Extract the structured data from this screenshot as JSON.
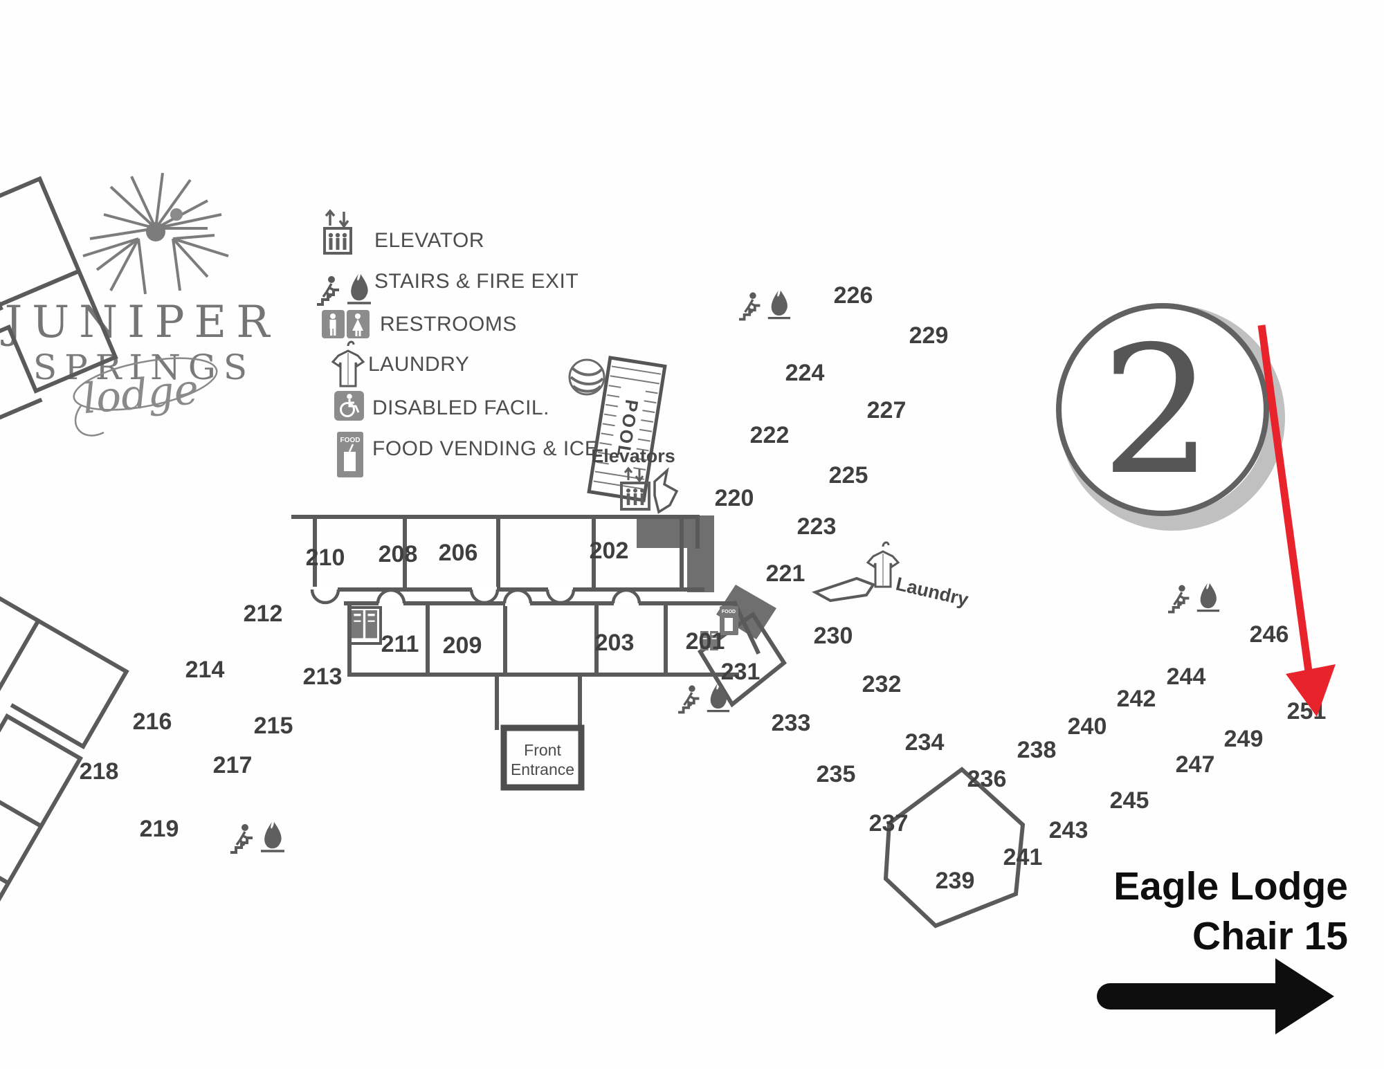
{
  "logo": {
    "juniper": "JUNIPER",
    "springs": "SPRINGS",
    "script": "lodge"
  },
  "legend": [
    {
      "icon": "elevator-icon",
      "label": "ELEVATOR"
    },
    {
      "icon": "stairs-fire-exit-icon",
      "label": "STAIRS & FIRE EXIT"
    },
    {
      "icon": "restrooms-icon",
      "label": "RESTROOMS"
    },
    {
      "icon": "laundry-icon",
      "label": "LAUNDRY"
    },
    {
      "icon": "disabled-icon",
      "label": "DISABLED FACIL."
    },
    {
      "icon": "food-vending-icon",
      "label": "FOOD VENDING & ICE"
    }
  ],
  "map": {
    "floor_badge": "2",
    "pool_label": "POOL",
    "elevators_label": "Elevators",
    "laundry_label": "Laundry",
    "front_entrance_line1": "Front",
    "front_entrance_line2": "Entrance",
    "vending_badge": "FOOD"
  },
  "annotation": {
    "line1": "Eagle Lodge",
    "line2": "Chair 15",
    "target_room": "251",
    "arrow_color": "#e8232b"
  },
  "colors": {
    "ink": "#5a5a5a",
    "dark_fill": "#6f6f6f",
    "red": "#e8232b",
    "black": "#0e0e0e"
  },
  "rooms": {
    "201": "201",
    "202": "202",
    "203": "203",
    "206": "206",
    "208": "208",
    "209": "209",
    "210": "210",
    "211": "211",
    "212": "212",
    "213": "213",
    "214": "214",
    "215": "215",
    "216": "216",
    "217": "217",
    "218": "218",
    "219": "219",
    "220": "220",
    "221": "221",
    "222": "222",
    "223": "223",
    "224": "224",
    "225": "225",
    "226": "226",
    "227": "227",
    "229": "229",
    "230": "230",
    "231": "231",
    "232": "232",
    "233": "233",
    "234": "234",
    "235": "235",
    "236": "236",
    "237": "237",
    "238": "238",
    "239": "239",
    "240": "240",
    "241": "241",
    "242": "242",
    "243": "243",
    "244": "244",
    "245": "245",
    "246": "246",
    "247": "247",
    "249": "249",
    "251": "251"
  }
}
